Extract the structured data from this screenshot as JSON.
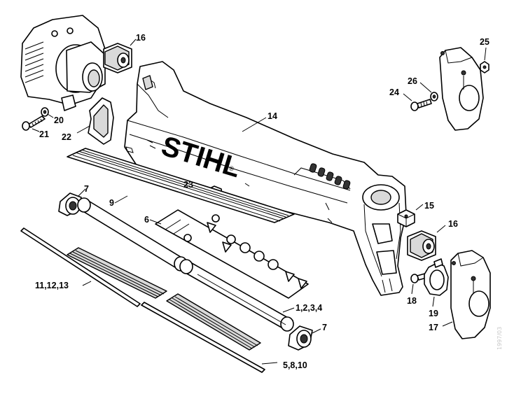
{
  "diagram": {
    "brand_logo": "STIHL",
    "watermark": "1997/03",
    "callouts": {
      "c16_top": "16",
      "c14": "14",
      "c25": "25",
      "c26": "26",
      "c24": "24",
      "c20": "20",
      "c21": "21",
      "c22": "22",
      "c23": "23",
      "c7_top": "7",
      "c9": "9",
      "c6": "6",
      "c15": "15",
      "c16_right": "16",
      "c18": "18",
      "c19": "19",
      "c17": "17",
      "c11": "11,12,13",
      "c1": "1,2,3,4",
      "c7_bottom": "7",
      "c5": "5,8,10"
    }
  }
}
